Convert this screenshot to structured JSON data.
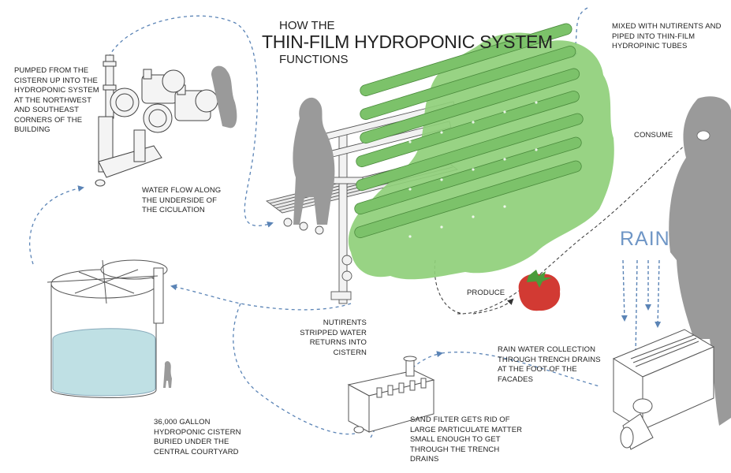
{
  "title": {
    "line1": "HOW THE",
    "line2": "THIN-FILM HYDROPONIC SYSTEM",
    "line3": "FUNCTIONS"
  },
  "labels": {
    "pumped": "PUMPED FROM THE CISTERN UP INTO THE HYDROPONIC SYSTEM AT THE NORTHWEST AND SOUTHEAST CORNERS OF THE BUILDING",
    "water_flow": "WATER FLOW ALONG THE UNDERSIDE OF THE CICULATION",
    "mixed": "MIXED WITH NUTIRENTS AND PIPED INTO THIN-FILM HYDROPINIC TUBES",
    "consume": "CONSUME",
    "rain": "RAIN",
    "produce": "PRODUCE",
    "nutrients_stripped": "NUTIRENTS STRIPPED WATER RETURNS INTO CISTERN",
    "rain_collection": "RAIN WATER COLLECTION THROUGH TRENCH DRAINS AT THE FOOT OF THE FACADES",
    "cistern": "36,000 GALLON HYDROPONIC CISTERN BURIED UNDER THE CENTRAL COURTYARD",
    "sand_filter": "SAND FILTER GETS RID OF LARGE PARTICULATE MATTER SMALL ENOUGH TO GET THROUGH THE TRENCH DRAINS"
  },
  "colors": {
    "flow_arrow": "#5b84b6",
    "rain_text": "#6f96c6",
    "foliage": "#8fcf7a",
    "tube": "#7cc26a",
    "silhouette": "#9a9a9a",
    "water": "#bfe0e4",
    "tomato": "#d23a33"
  }
}
